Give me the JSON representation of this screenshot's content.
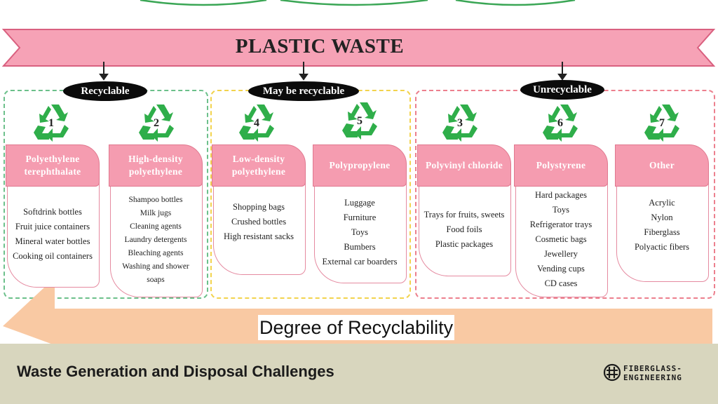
{
  "diagram": {
    "title": "PLASTIC WASTE",
    "groups": [
      {
        "label": "Recyclable",
        "color": "#6cc08b"
      },
      {
        "label": "May be recyclable",
        "color": "#f2d34d"
      },
      {
        "label": "Unrecyclable",
        "color": "#ec7f8d"
      }
    ],
    "cards": [
      {
        "number": "1",
        "name": "Polyethylene terephthalate",
        "items": [
          "Softdrink bottles",
          "Fruit juice containers",
          "Mineral water bottles",
          "Cooking oil containers"
        ]
      },
      {
        "number": "2",
        "name": "High-density polyethylene",
        "items": [
          "Shampoo bottles",
          "Milk jugs",
          "Cleaning agents",
          "Laundry detergents",
          "Bleaching agents",
          "Washing and shower",
          "soaps"
        ]
      },
      {
        "number": "4",
        "name": "Low-density polyethylene",
        "items": [
          "Shopping bags",
          "Crushed bottles",
          "High resistant sacks"
        ]
      },
      {
        "number": "5",
        "name": "Polypropylene",
        "items": [
          "Luggage",
          "Furniture",
          "Toys",
          "Bumbers",
          "External car boarders"
        ]
      },
      {
        "number": "3",
        "name": "Polyvinyl chloride",
        "items": [
          "Trays for fruits, sweets",
          "Food foils",
          "Plastic packages"
        ]
      },
      {
        "number": "6",
        "name": "Polystyrene",
        "items": [
          "Hard packages",
          "Toys",
          "Refrigerator trays",
          "Cosmetic bags",
          "Jewellery",
          "Vending cups",
          "CD cases"
        ]
      },
      {
        "number": "7",
        "name": "Other",
        "items": [
          "Acrylic",
          "Nylon",
          "Fiberglass",
          "Polyactic fibers"
        ]
      }
    ],
    "arrow_label": "Degree of Recyclability"
  },
  "footer": {
    "title": "Waste Generation and Disposal Challenges",
    "logo_line1": "FIBERGLASS-",
    "logo_line2": "ENGINEERING"
  },
  "colors": {
    "banner": "#f6a2b6",
    "card_header": "#f59cb0",
    "recycle_icon": "#2fae4a",
    "arrow": "#f9c9a3",
    "footer_bg": "#d8d6be"
  },
  "icons": [
    "recycle-icon",
    "down-arrow-icon",
    "left-arrow-icon",
    "fiberglass-logo-icon"
  ]
}
